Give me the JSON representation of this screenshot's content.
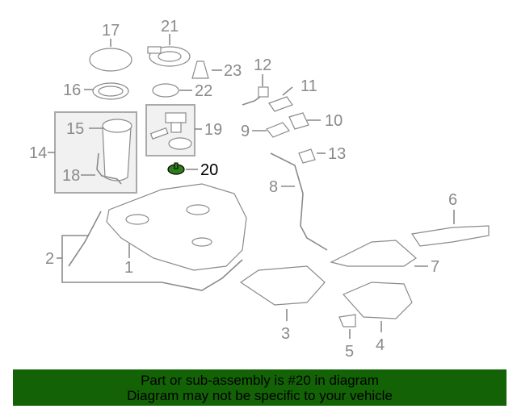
{
  "diagram": {
    "callouts": [
      "1",
      "2",
      "3",
      "4",
      "5",
      "6",
      "7",
      "8",
      "9",
      "10",
      "11",
      "12",
      "13",
      "14",
      "15",
      "16",
      "17",
      "18",
      "19",
      "20",
      "21",
      "22",
      "23"
    ],
    "highlighted_part": "20",
    "highlight_color": "#2e7d1a"
  },
  "banner": {
    "line1": "Part or sub-assembly is #20 in diagram",
    "line2": "Diagram may not be specific to your vehicle",
    "color": "#136306"
  }
}
